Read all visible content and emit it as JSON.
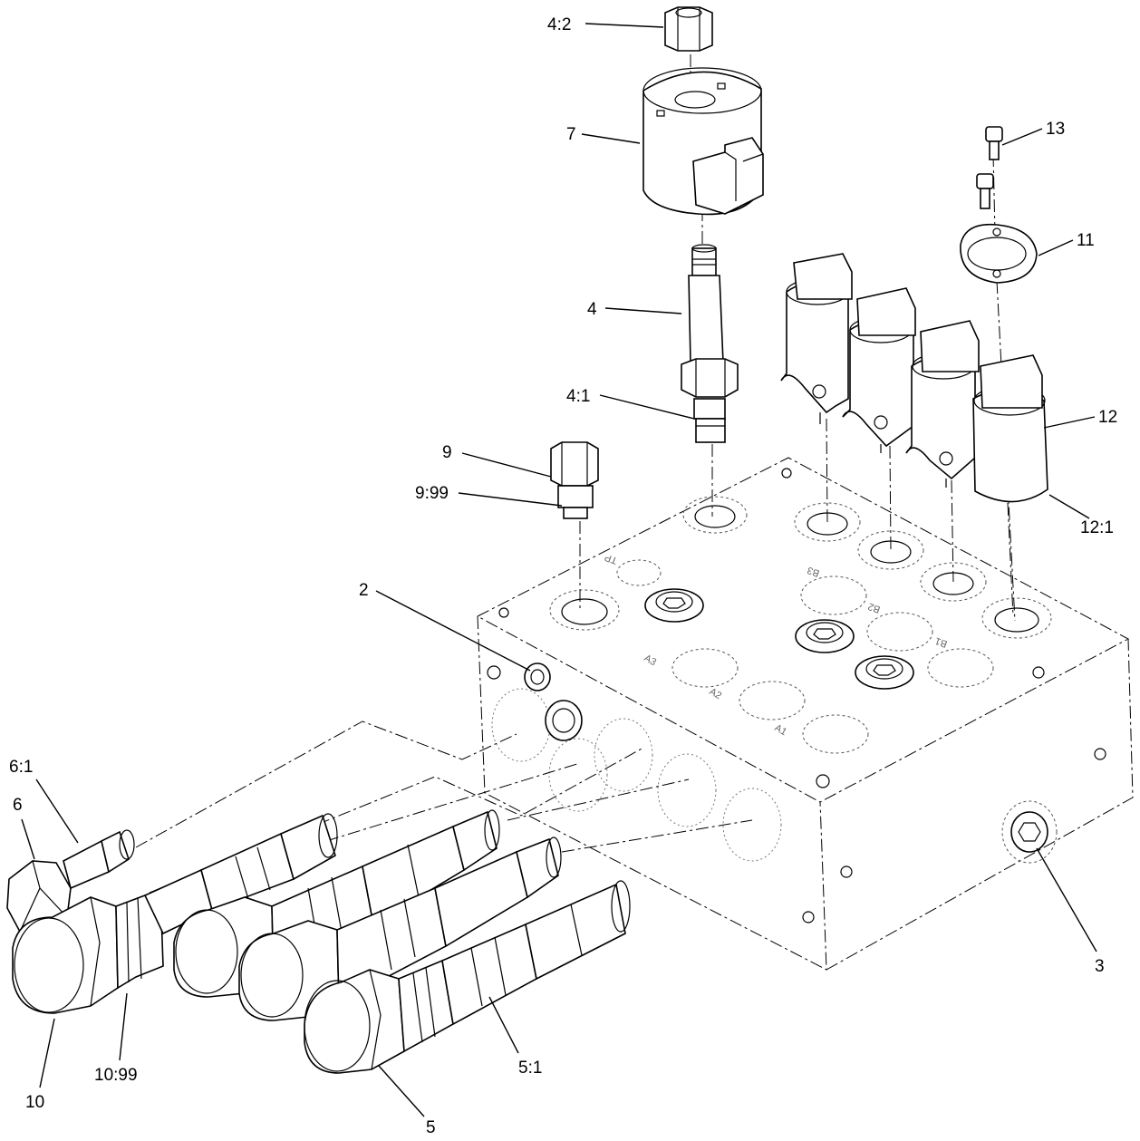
{
  "callouts": [
    {
      "id": "4:2"
    },
    {
      "id": "7"
    },
    {
      "id": "13"
    },
    {
      "id": "11"
    },
    {
      "id": "4"
    },
    {
      "id": "4:1"
    },
    {
      "id": "12"
    },
    {
      "id": "9"
    },
    {
      "id": "9:99"
    },
    {
      "id": "12:1"
    },
    {
      "id": "2"
    },
    {
      "id": "6:1"
    },
    {
      "id": "6"
    },
    {
      "id": "3"
    },
    {
      "id": "10:99"
    },
    {
      "id": "5:1"
    },
    {
      "id": "10"
    },
    {
      "id": "5"
    }
  ],
  "port_stamps": [
    "TP",
    "B3",
    "B2",
    "B1",
    "A3",
    "A2",
    "A1"
  ]
}
